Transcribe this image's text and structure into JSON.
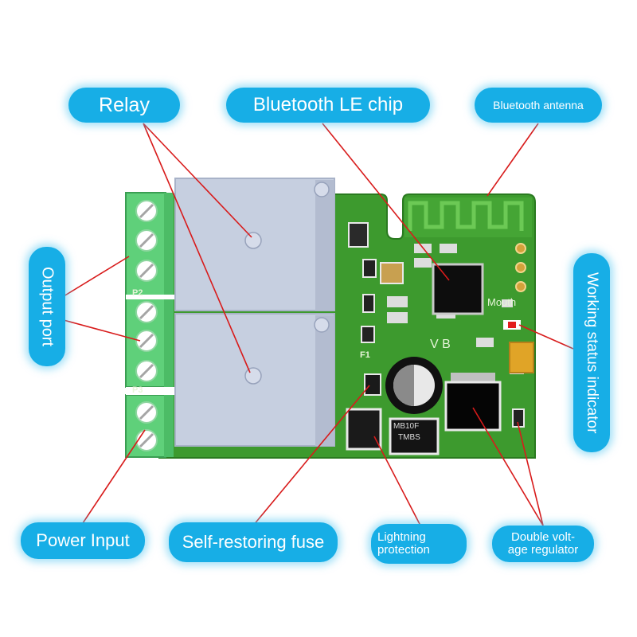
{
  "colors": {
    "callout_bg": "#17aee6",
    "callout_text": "#ffffff",
    "pcb": "#3d9a2e",
    "pcb_light": "#58b844",
    "terminal": "#5fd07a",
    "relay": "#c6cfe0",
    "leader_line": "#d81b1b"
  },
  "callouts": {
    "relay": "Relay",
    "ble_chip": "Bluetooth LE chip",
    "antenna": "Bluetooth antenna",
    "output_port": "Output port",
    "status_indicator": "Working status indicator",
    "power_input": "Power Input",
    "fuse": "Self-restoring fuse",
    "lightning_line1": "Lightning",
    "lightning_line2": "protection",
    "regulator_line1": "Double volt-",
    "regulator_line2": "age regulator"
  },
  "silkscreen": {
    "p2": "P2",
    "p3": "P3",
    "f1": "F1",
    "mouth": "Mouth",
    "vb": "V B",
    "bridge_1": "MB10F",
    "bridge_2": "TMBS"
  }
}
